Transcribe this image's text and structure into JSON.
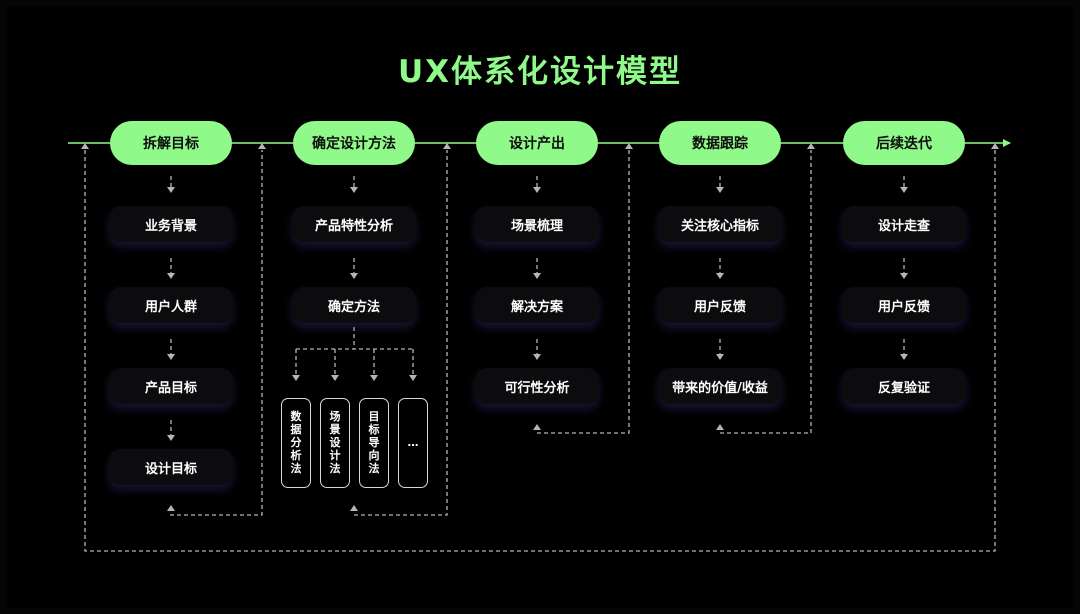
{
  "title": "UX体系化设计模型",
  "colors": {
    "accent": "#8ff98a",
    "background": "#000000",
    "text": "#ffffff",
    "dashed_line": "#b5b5b5"
  },
  "stages": [
    {
      "label": "拆解目标",
      "steps": [
        "业务背景",
        "用户人群",
        "产品目标",
        "设计目标"
      ]
    },
    {
      "label": "确定设计方法",
      "steps": [
        "产品特性分析",
        "确定方法"
      ],
      "methods": [
        "数据分析法",
        "场景设计法",
        "目标导向法",
        "..."
      ]
    },
    {
      "label": "设计产出",
      "steps": [
        "场景梳理",
        "解决方案",
        "可行性分析"
      ]
    },
    {
      "label": "数据跟踪",
      "steps": [
        "关注核心指标",
        "用户反馈",
        "带来的价值/收益"
      ]
    },
    {
      "label": "后续迭代",
      "steps": [
        "设计走查",
        "用户反馈",
        "反复验证"
      ]
    }
  ]
}
